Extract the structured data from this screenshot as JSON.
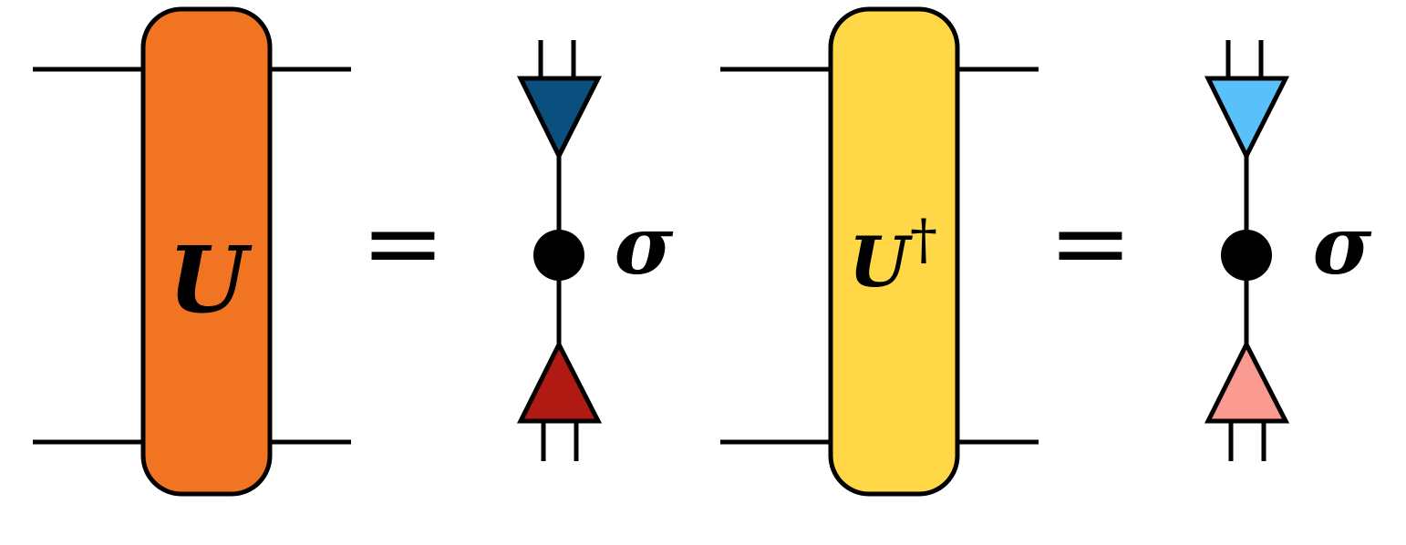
{
  "equations": [
    {
      "gate": {
        "label": "U",
        "superscript": "",
        "fill": "#F07422"
      },
      "equals": "=",
      "decomposition": {
        "top_triangle_fill": "#0B4F7E",
        "bottom_triangle_fill": "#B11A12",
        "node_label": "σ"
      }
    },
    {
      "gate": {
        "label": "U",
        "superscript": "†",
        "fill": "#FFD747"
      },
      "equals": "=",
      "decomposition": {
        "top_triangle_fill": "#59C0FA",
        "bottom_triangle_fill": "#FB9A91",
        "node_label": "σ"
      }
    }
  ]
}
